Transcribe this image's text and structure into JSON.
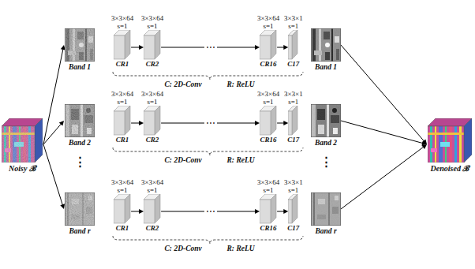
{
  "diagram": {
    "nodes": [
      {
        "text": [
          "Noisy ℬ"
        ]
      },
      {
        "text": [
          "Band 1"
        ]
      },
      {
        "text": [
          "3×3×64 s=1",
          "CR1"
        ]
      },
      {
        "text": [
          "3×3×64 s=1",
          "CR2"
        ]
      },
      {
        "text": [
          "3×3×64 s=1",
          "CR16"
        ]
      },
      {
        "text": [
          "3×3×1 s=1",
          "C17"
        ]
      },
      {
        "text": [
          "Band 1"
        ]
      },
      {
        "text": [
          "Band 2"
        ]
      },
      {
        "text": [
          "3×3×64 s=1",
          "CR1"
        ]
      },
      {
        "text": [
          "3×3×64 s=1",
          "CR2"
        ]
      },
      {
        "text": [
          "3×3×64 s=1",
          "CR16"
        ]
      },
      {
        "text": [
          "3×3×1 s=1",
          "C17"
        ]
      },
      {
        "text": [
          "Band 2"
        ]
      },
      {
        "text": [
          "Band r"
        ]
      },
      {
        "text": [
          "3×3×64 s=1",
          "CR1"
        ]
      },
      {
        "text": [
          "3×3×64 s=1",
          "CR2"
        ]
      },
      {
        "text": [
          "3×3×64 s=1",
          "CR16"
        ]
      },
      {
        "text": [
          "3×3×1 s=1",
          "C17"
        ]
      },
      {
        "text": [
          "Band r"
        ]
      },
      {
        "text": [
          "Denoised ℬ"
        ]
      }
    ],
    "edges": [
      {
        "from": 0,
        "to": 1,
        "arrow": "to"
      },
      {
        "from": 0,
        "to": 7,
        "arrow": "to"
      },
      {
        "from": 0,
        "to": 13,
        "arrow": "to"
      },
      {
        "from": 2,
        "to": 3,
        "arrow": "to"
      },
      {
        "from": 3,
        "to": 4,
        "label": "⋯",
        "arrow": "to"
      },
      {
        "from": 4,
        "to": 5,
        "arrow": "to"
      },
      {
        "from": 8,
        "to": 9,
        "arrow": "to"
      },
      {
        "from": 9,
        "to": 10,
        "label": "⋯",
        "arrow": "to"
      },
      {
        "from": 10,
        "to": 11,
        "arrow": "to"
      },
      {
        "from": 14,
        "to": 15,
        "arrow": "to"
      },
      {
        "from": 15,
        "to": 16,
        "label": "⋯",
        "arrow": "to"
      },
      {
        "from": 16,
        "to": 17,
        "arrow": "to"
      },
      {
        "from": 6,
        "to": 19,
        "arrow": "to"
      },
      {
        "from": 12,
        "to": 19,
        "arrow": "to"
      },
      {
        "from": 18,
        "to": 19,
        "arrow": "to"
      }
    ],
    "labels": [
      "C: 2D-Conv",
      "R: ReLU",
      "C: 2D-Conv",
      "R: ReLU",
      "C: 2D-Conv",
      "R: ReLU",
      "⋮",
      "⋮"
    ]
  }
}
